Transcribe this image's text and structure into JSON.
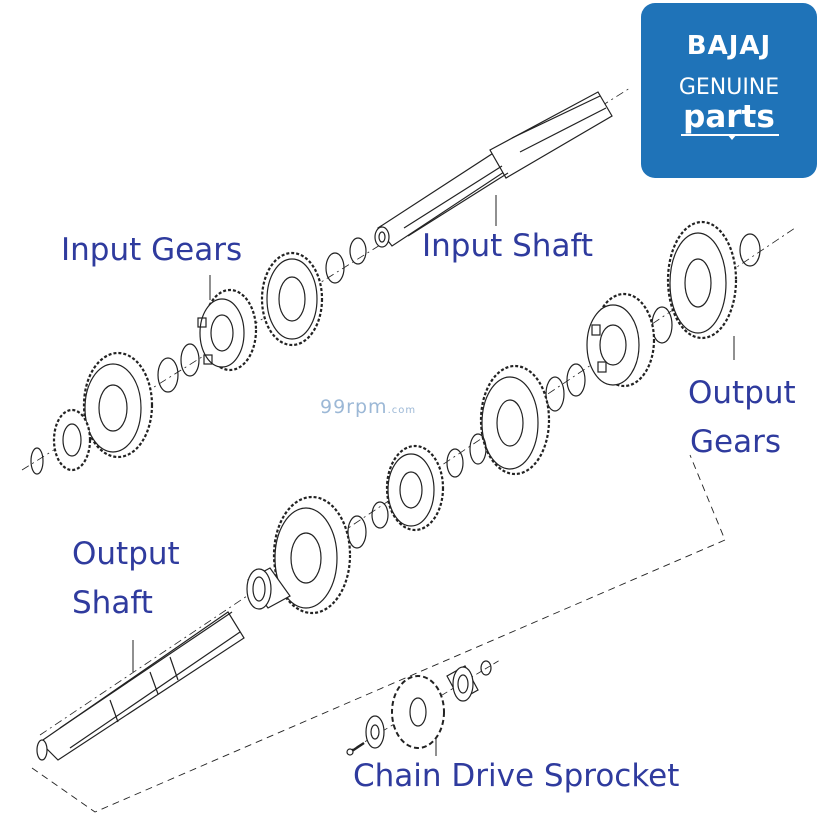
{
  "labels": {
    "input_gears": "Input Gears",
    "input_shaft": "Input Shaft",
    "output_gears": [
      "Output",
      "Gears"
    ],
    "output_shaft": [
      "Output",
      "Shaft"
    ],
    "chain_sprocket": "Chain Drive Sprocket"
  },
  "logo": {
    "brand": "BAJAJ",
    "line1": "GENUINE",
    "line2": "parts"
  },
  "watermark": {
    "main": "99rpm",
    "suffix": ".com"
  },
  "colors": {
    "label_text": "#2f3b9e",
    "logo_bg": "#1f73b8",
    "line_art": "#222222",
    "watermark": "#9cb8d6"
  }
}
